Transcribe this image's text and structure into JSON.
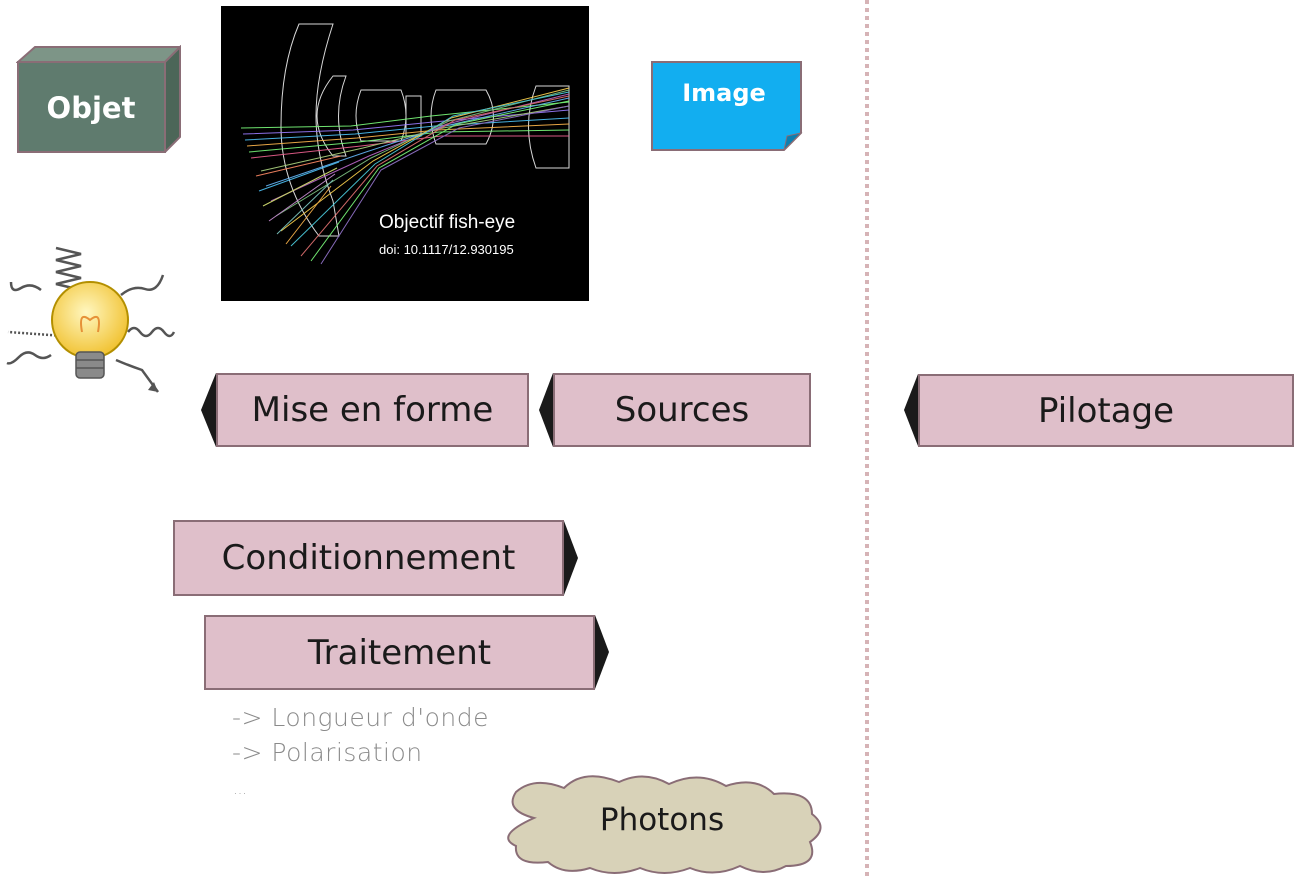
{
  "objet": {
    "label": "Objet",
    "fill": "#5f7b6e"
  },
  "fisheye": {
    "caption": "Objectif fish-eye",
    "doi": "doi: 10.1117/12.930195"
  },
  "image": {
    "label": "Image",
    "fill": "#12aef0"
  },
  "blocks": {
    "mise_en_forme": "Mise en forme",
    "sources": "Sources",
    "pilotage": "Pilotage",
    "conditionnement": "Conditionnement",
    "traitement": "Traitement"
  },
  "notes": {
    "line1": "-> Longueur d'onde",
    "line2": "-> Polarisation",
    "line3": "…"
  },
  "cloud": {
    "label": "Photons",
    "fill": "#d8d2b8"
  },
  "colors": {
    "block_fill": "#dfbfca",
    "block_border": "#8a6d76",
    "divider": "#d6b3b6"
  }
}
